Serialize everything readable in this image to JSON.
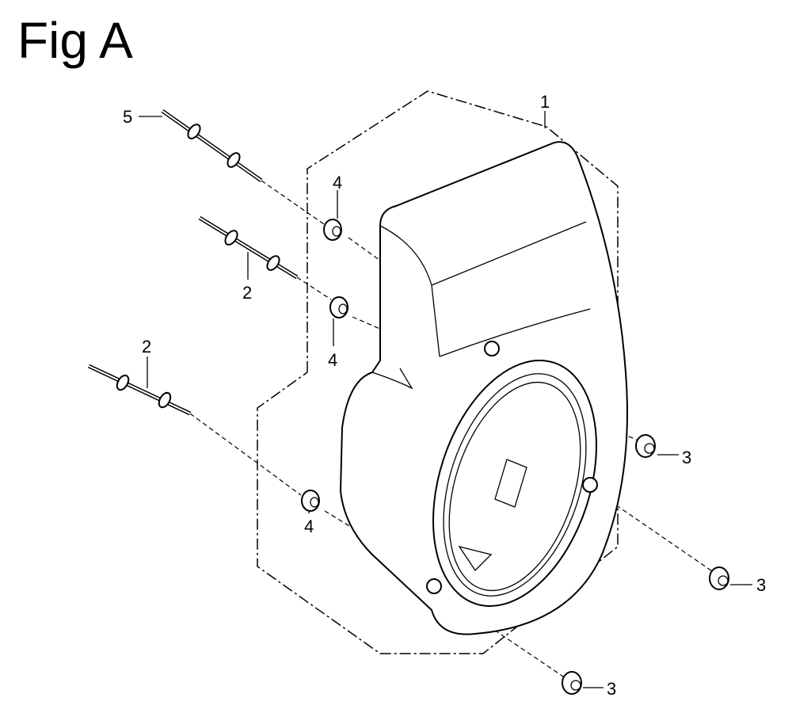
{
  "figure": {
    "title": "Fig A",
    "callouts": {
      "shroud": "1",
      "bolt_upper": "2",
      "bolt_lower": "2",
      "nut_right_upper": "3",
      "nut_right_lower": "3",
      "nut_bottom": "3",
      "collar_top": "4",
      "collar_middle": "4",
      "collar_bottom": "4",
      "bolt_long": "5"
    }
  }
}
